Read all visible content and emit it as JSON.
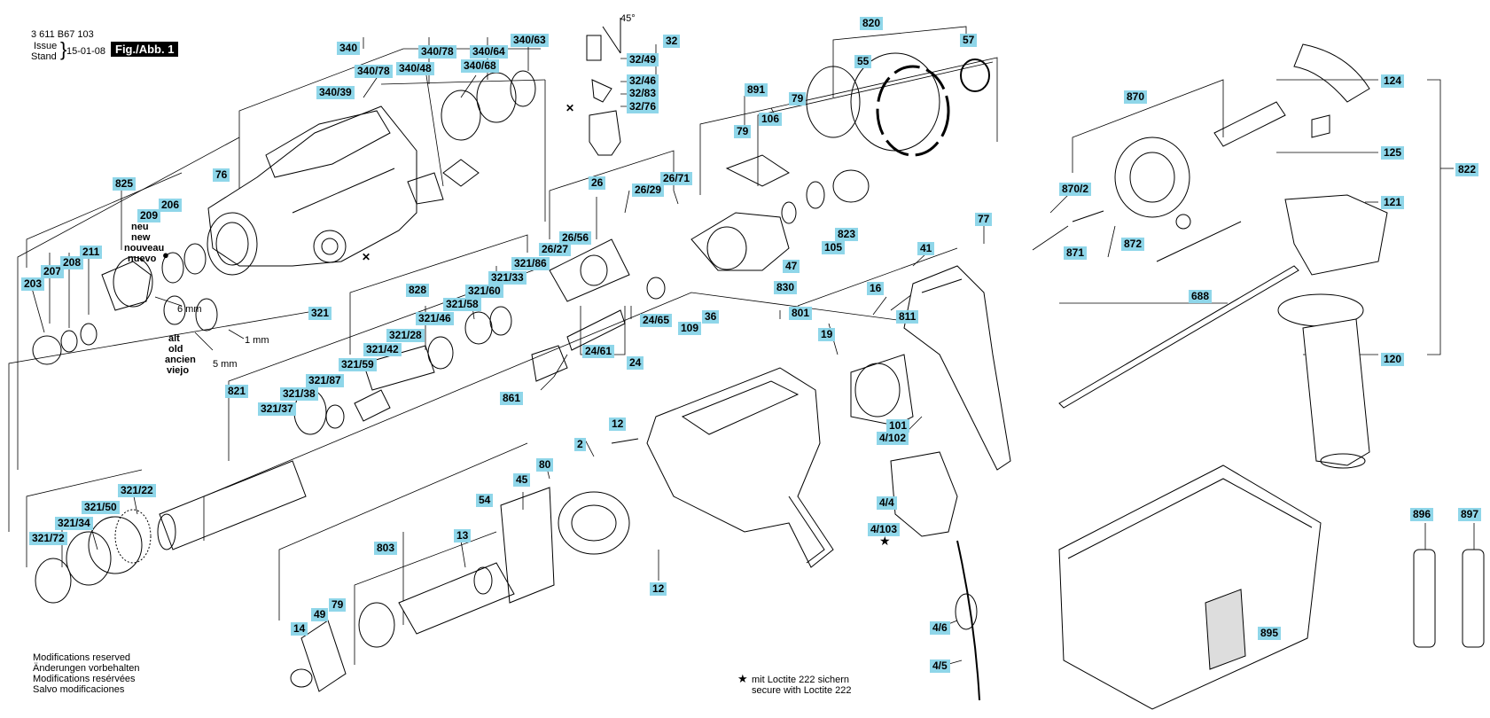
{
  "header": {
    "doc_number": "3 611 B67 103",
    "issue_label": "Issue",
    "stand_label": "Stand",
    "issue_date": "15-01-08",
    "figure_label": "Fig./Abb. 1"
  },
  "angle_label": "45°",
  "dimensions": {
    "new_terms": [
      "neu",
      "new",
      "nouveau",
      "nuevo"
    ],
    "old_terms": [
      "alt",
      "old",
      "ancien",
      "viejo"
    ],
    "six_mm": "6 mm",
    "five_mm": "5 mm",
    "one_mm": "1 mm"
  },
  "modifications_notes": [
    "Modifications reserved",
    "Änderungen vorbehalten",
    "Modifications resérvées",
    "Salvo modificaciones"
  ],
  "loctite_notes": [
    "mit Loctite 222 sichern",
    "secure with Loctite 222"
  ],
  "symbols": {
    "star": "★",
    "cross": "✕"
  },
  "callouts": [
    "340",
    "340/78",
    "340/64",
    "340/63",
    "340/78",
    "340/48",
    "340/68",
    "340/39",
    "32",
    "32/49",
    "32/46",
    "32/83",
    "32/76",
    "820",
    "55",
    "57",
    "891",
    "79",
    "106",
    "79",
    "124",
    "125",
    "822",
    "121",
    "120",
    "870",
    "870/2",
    "871",
    "872",
    "825",
    "209",
    "206",
    "203",
    "207",
    "208",
    "211",
    "76",
    "26",
    "26/29",
    "26/71",
    "26/56",
    "26/27",
    "828",
    "321/86",
    "321/33",
    "321/60",
    "321/58",
    "321/46",
    "321/28",
    "321/42",
    "321/59",
    "321",
    "821",
    "321/87",
    "321/38",
    "321/37",
    "321/22",
    "321/50",
    "321/34",
    "321/72",
    "24/65",
    "24/61",
    "24",
    "36",
    "109",
    "861",
    "830",
    "47",
    "105",
    "823",
    "77",
    "41",
    "16",
    "811",
    "801",
    "19",
    "101",
    "4/102",
    "4/4",
    "4/103",
    "688",
    "12",
    "2",
    "80",
    "45",
    "54",
    "13",
    "12",
    "803",
    "14",
    "49",
    "79",
    "4/6",
    "4/5",
    "896",
    "897",
    "895"
  ]
}
